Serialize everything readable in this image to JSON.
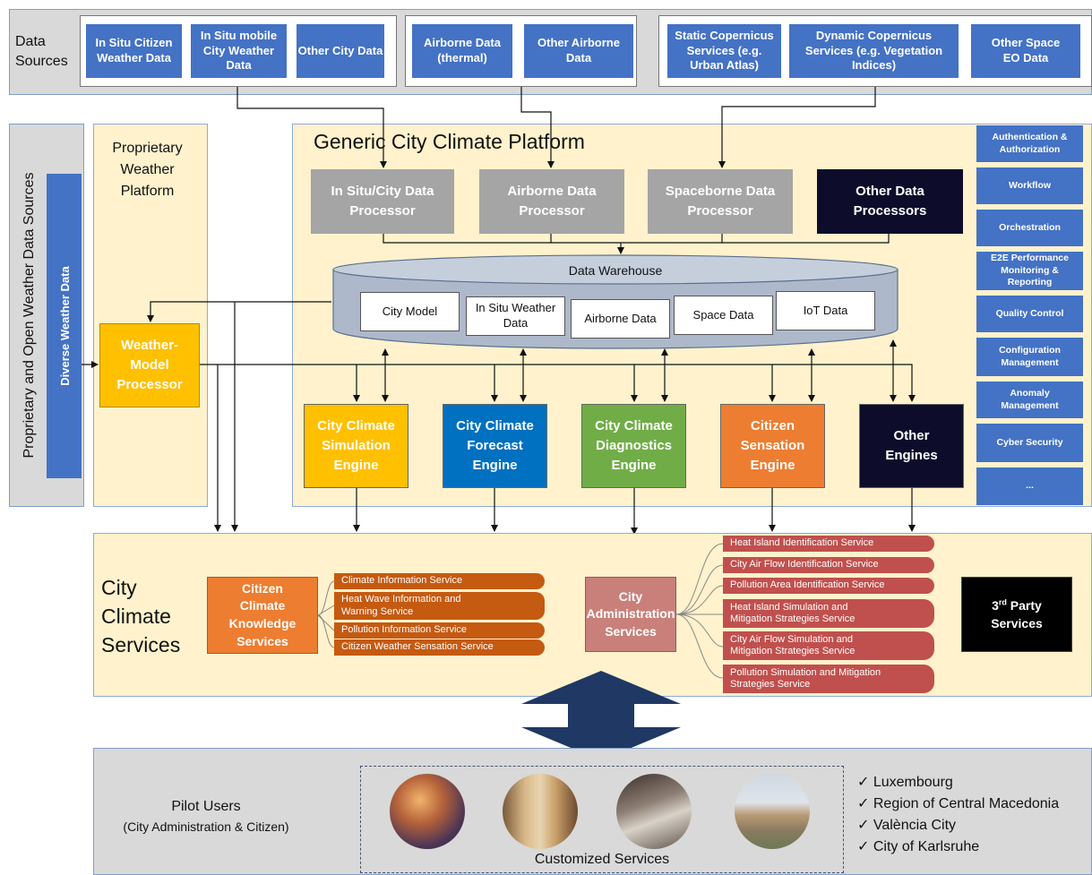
{
  "data_sources": {
    "label": "Data Sources",
    "group1": [
      "In Situ Citizen Weather Data",
      "In Situ mobile City Weather Data",
      "Other City Data"
    ],
    "group2": [
      "Airborne Data (thermal)",
      "Other Airborne Data"
    ],
    "group3": [
      "Static Copernicus Services (e.g. Urban Atlas)",
      "Dynamic Copernicus Services (e.g. Vegetation Indices)",
      "Other Space EO Data"
    ]
  },
  "proprietary_sources": {
    "label": "Proprietary and Open Weather Data Sources",
    "diverse": "Diverse Weather Data"
  },
  "proprietary_platform": {
    "title": "Proprietary Weather Platform",
    "processor": "Weather-Model Processor"
  },
  "platform": {
    "title": "Generic City Climate Platform",
    "processors": [
      "In Situ/City Data Processor",
      "Airborne Data Processor",
      "Spaceborne Data Processor",
      "Other Data Processors"
    ],
    "warehouse": "Data Warehouse",
    "warehouse_items": [
      "City Model",
      "In Situ Weather Data",
      "Airborne Data",
      "Space Data",
      "IoT Data"
    ],
    "engines": [
      "City Climate Simulation Engine",
      "City Climate Forecast Engine",
      "City Climate Diagnostics Engine",
      "Citizen Sensation Engine",
      "Other Engines"
    ]
  },
  "cross_cutting": [
    "Authentication & Authorization",
    "Workflow",
    "Orchestration",
    "E2E Performance Monitoring & Reporting",
    "Quality Control",
    "Configuration Management",
    "Anomaly Management",
    "Cyber Security",
    "..."
  ],
  "services": {
    "label": "City Climate Services",
    "citizen_knowledge": "Citizen Climate Knowledge Services",
    "citizen_list": [
      "Climate Information Service",
      "Heat Wave Information and Warning Service",
      "Pollution Information Service",
      "Citizen Weather Sensation Service"
    ],
    "city_admin": "City Administration Services",
    "admin_list": [
      "Heat Island Identification Service",
      "City Air Flow Identification Service",
      "Pollution Area Identification Service",
      "Heat Island Simulation and Mitigation Strategies Service",
      "City Air Flow Simulation and Mitigation Strategies Service",
      "Pollution Simulation and Mitigation Strategies Service"
    ],
    "third_party": "3rd Party Services"
  },
  "pilot": {
    "label": "Pilot Users",
    "sublabel": "(City Administration & Citizen)",
    "customized": "Customized Services",
    "cities": [
      "Luxembourg",
      "Region of Central Macedonia",
      "València City",
      "City of Karlsruhe"
    ],
    "check_icon": "check-icon"
  },
  "colors": {
    "source_blue": "#4472c4",
    "processor_grey": "#a5a5a5",
    "other_processor": "#0d0d2b",
    "sim_engine": "#ffc000",
    "forecast_engine": "#0070c0",
    "diagnostics_engine": "#70ad47",
    "sensation_engine": "#ed7d31",
    "other_engine": "#0d0d2b",
    "citizen_services": "#ed7d31",
    "citizen_list": "#c55a11",
    "admin_services": "#c9807a",
    "admin_list": "#c0504d",
    "third_party": "#000000",
    "arrow_navy": "#1f3864"
  }
}
